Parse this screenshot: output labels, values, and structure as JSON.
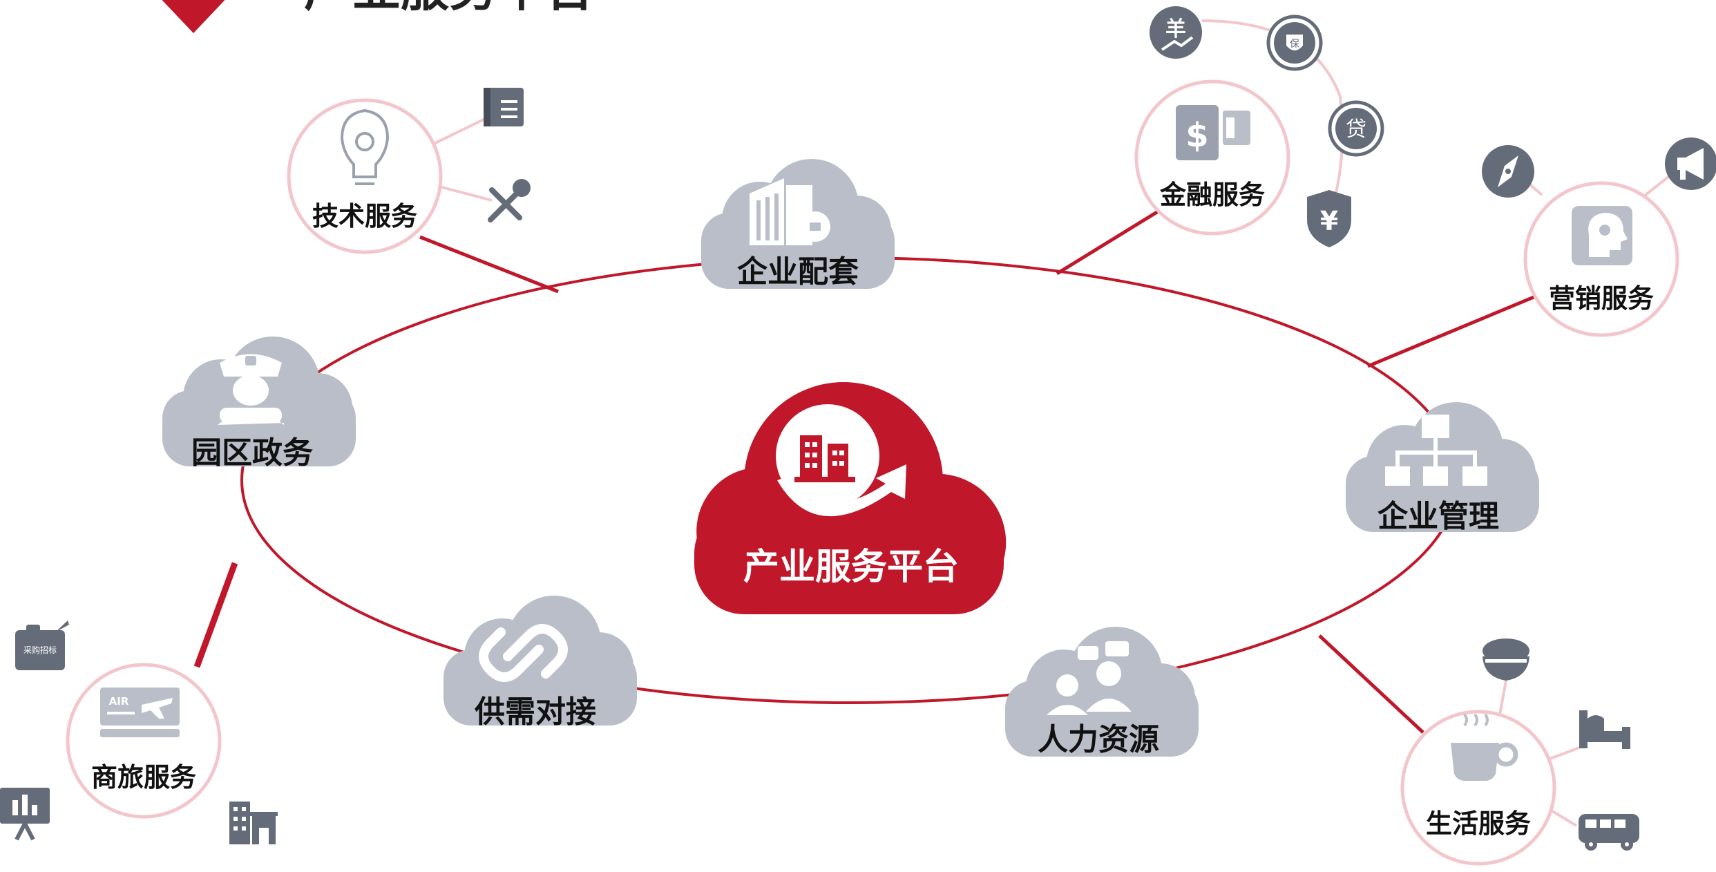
{
  "header": {
    "title": "产业服务平台"
  },
  "center": {
    "label": "产业服务平台"
  },
  "clouds": [
    {
      "id": "enterprise-support",
      "label": "企业配套"
    },
    {
      "id": "park-affairs",
      "label": "园区政务"
    },
    {
      "id": "enterprise-management",
      "label": "企业管理"
    },
    {
      "id": "supply-demand",
      "label": "供需对接"
    },
    {
      "id": "human-resources",
      "label": "人力资源"
    }
  ],
  "services": [
    {
      "id": "tech",
      "label": "技术服务"
    },
    {
      "id": "finance",
      "label": "金融服务"
    },
    {
      "id": "marketing",
      "label": "营销服务"
    },
    {
      "id": "business-travel",
      "label": "商旅服务"
    },
    {
      "id": "life",
      "label": "生活服务"
    }
  ],
  "icons": {
    "yuan_glyph": "¥",
    "yang_glyph": "羊",
    "bao_glyph": "保",
    "dai_glyph": "贷",
    "ticket_text": "AIR",
    "procurement_text": "采购招标"
  },
  "colors": {
    "accent": "#C0182A",
    "cloud_gray": "#B9BEC9",
    "icon_gray": "#646C7A",
    "ring_pink": "#F3C6CC"
  }
}
